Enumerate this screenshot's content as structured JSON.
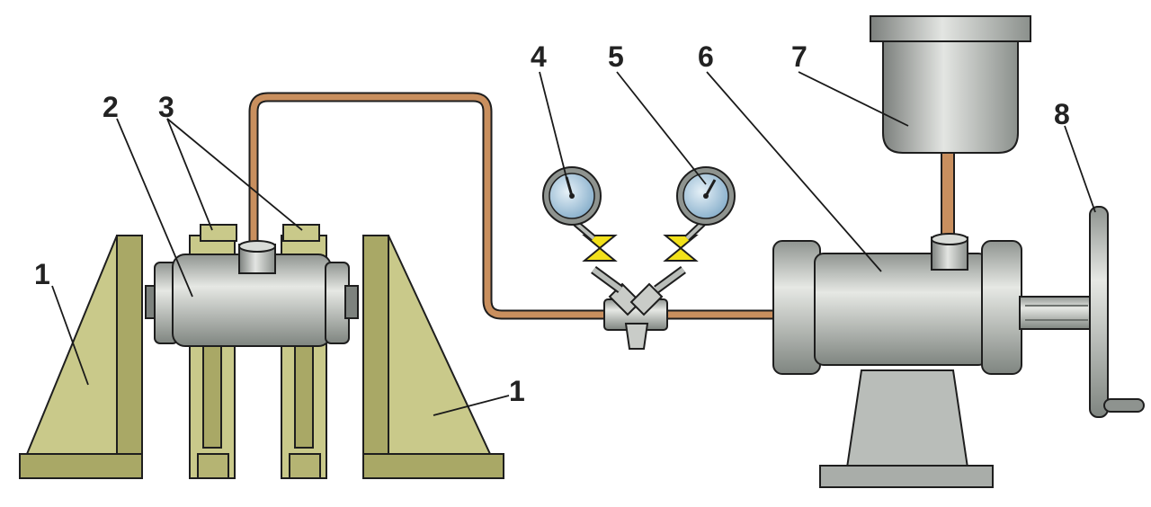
{
  "labels": {
    "stand_left": "1",
    "cylinder": "2",
    "clamps": "3",
    "gauge_left": "4",
    "gauge_right": "5",
    "press": "6",
    "reservoir": "7",
    "handwheel": "8",
    "stand_right": "1"
  },
  "colors": {
    "olive": "#c9c98a",
    "olive_dark": "#a9a866",
    "steel": "#b9bdb9",
    "steel_dark": "#8e938f",
    "pipe": "#c98f5e",
    "valve": "#f2e11a",
    "gauge_face": "#9fc4dc"
  }
}
